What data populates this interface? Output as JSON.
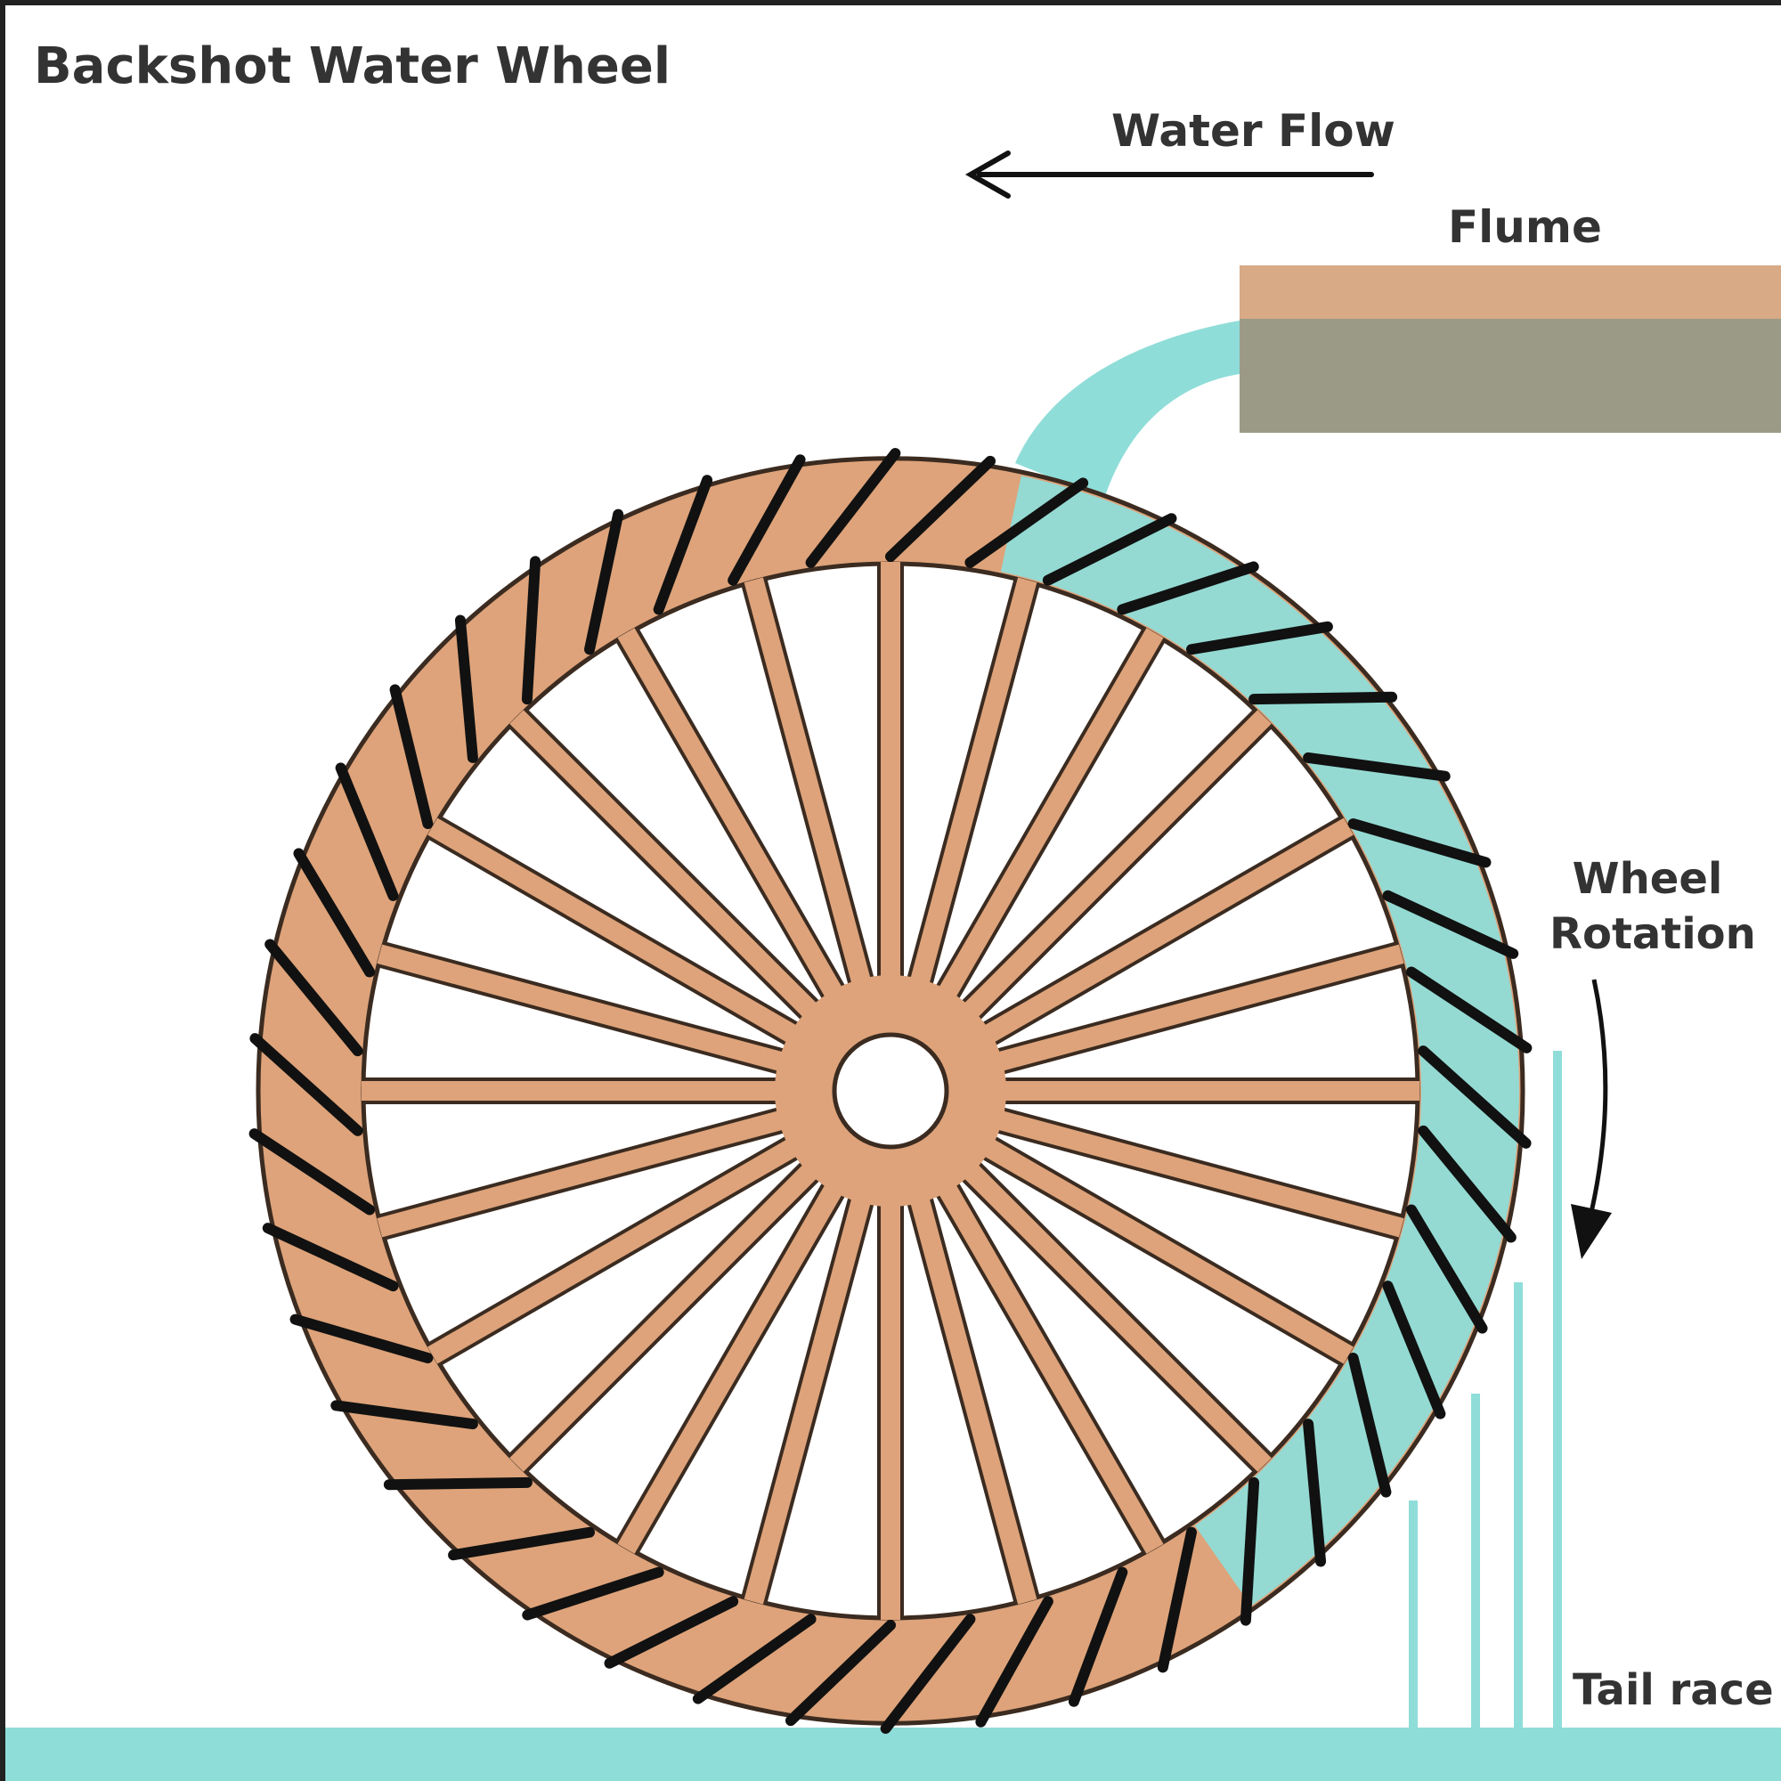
{
  "title": "Backshot Water Wheel",
  "labels": {
    "water_flow": "Water Flow",
    "flume": "Flume",
    "wheel_rotation": "Wheel Rotation",
    "tail_race": "Tail race"
  },
  "wheel": {
    "spoke_count": 24,
    "paddle_count": 42
  },
  "colors": {
    "wood": "#dea37a",
    "outline": "#3b2b20",
    "paddle": "#111111",
    "water": "#8fddd8",
    "flume_top": "#d8aa86",
    "flume_body": "#9b9a87",
    "text": "#333333",
    "arrow": "#111111"
  }
}
